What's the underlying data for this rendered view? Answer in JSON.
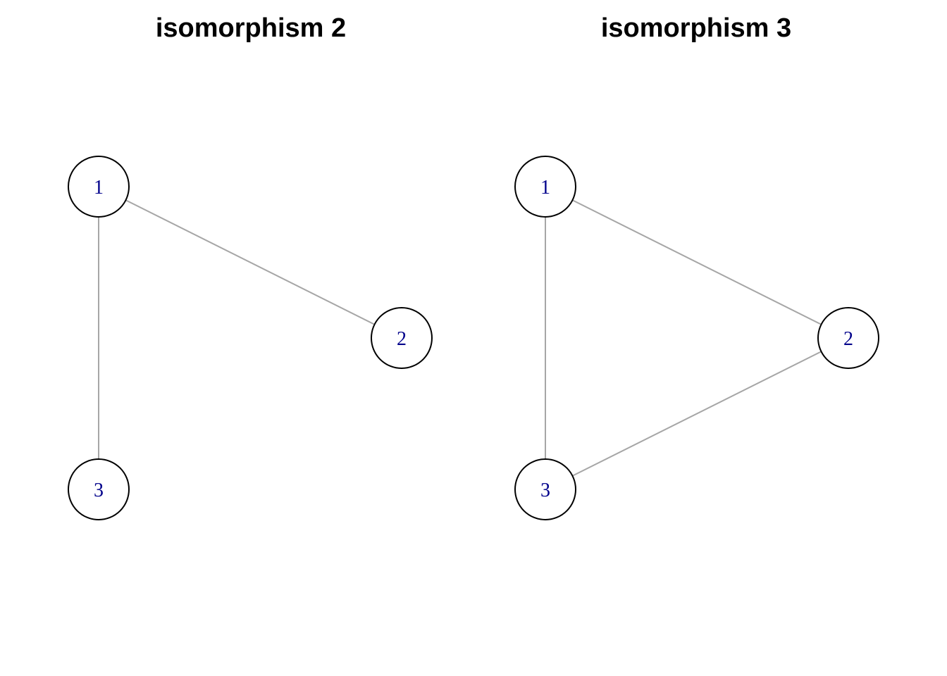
{
  "panels": [
    {
      "title": "isomorphism 2",
      "nodes": [
        "1",
        "2",
        "3"
      ],
      "edges": [
        [
          "1",
          "2"
        ],
        [
          "1",
          "3"
        ]
      ]
    },
    {
      "title": "isomorphism 3",
      "nodes": [
        "1",
        "2",
        "3"
      ],
      "edges": [
        [
          "1",
          "2"
        ],
        [
          "1",
          "3"
        ],
        [
          "2",
          "3"
        ]
      ]
    }
  ],
  "colors": {
    "edge": "#a6a6a6",
    "node_border": "#000000",
    "node_fill": "#ffffff",
    "label": "#00008b"
  }
}
